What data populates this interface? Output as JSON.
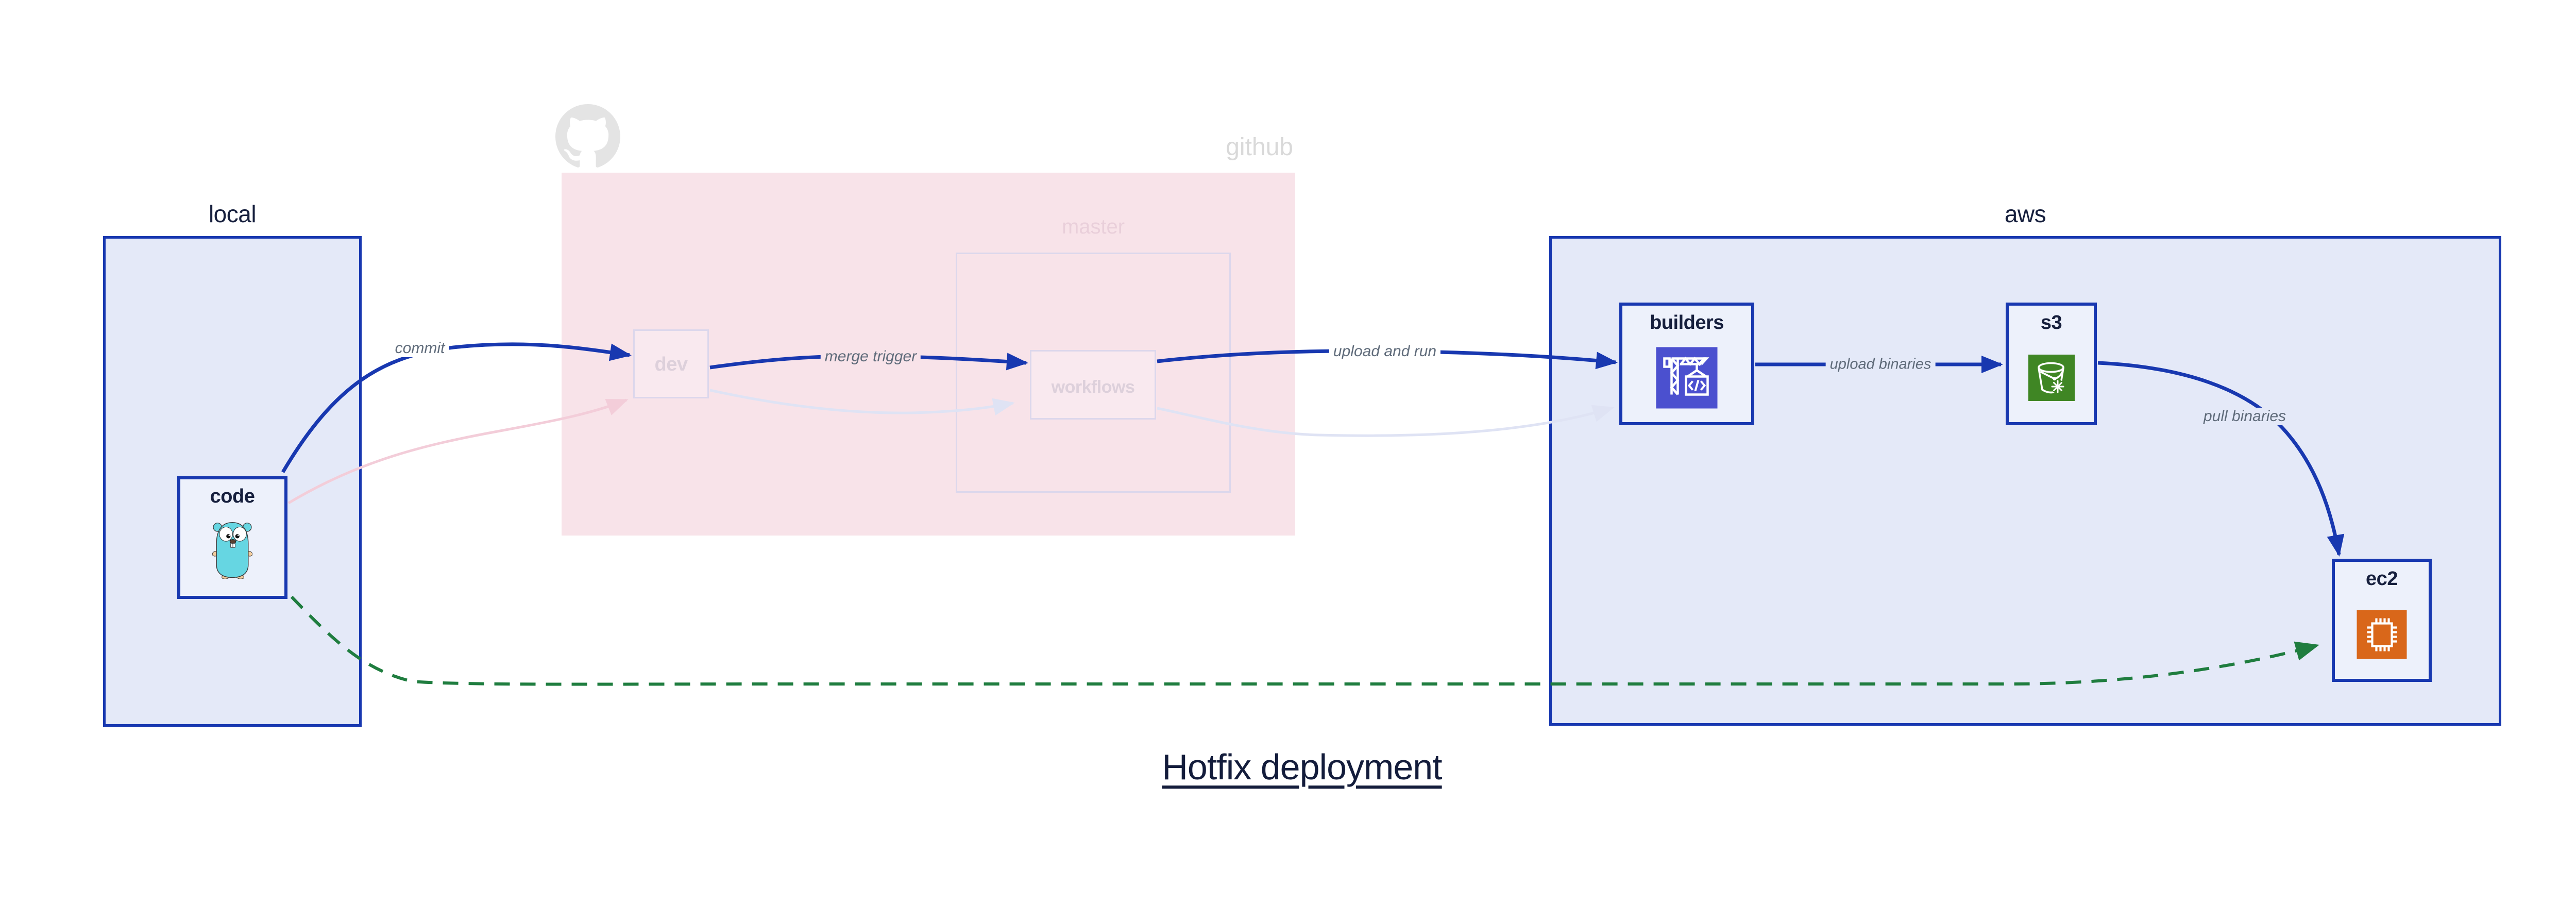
{
  "title": "Hotfix deployment",
  "groups": {
    "local": {
      "label": "local"
    },
    "github": {
      "label": "github",
      "master": {
        "label": "master"
      }
    },
    "aws": {
      "label": "aws"
    }
  },
  "nodes": {
    "code": {
      "label": "code",
      "icon": "go-gopher-icon"
    },
    "dev": {
      "label": "dev"
    },
    "workflows": {
      "label": "workflows"
    },
    "builders": {
      "label": "builders",
      "icon": "aws-codebuild-icon",
      "icon_color": "#4b50cf"
    },
    "s3": {
      "label": "s3",
      "icon": "aws-s3-bucket-icon",
      "icon_color": "#3f8624"
    },
    "ec2": {
      "label": "ec2",
      "icon": "aws-ec2-chip-icon",
      "icon_color": "#d9671a"
    }
  },
  "edges": {
    "commit": {
      "label": "commit",
      "style": "solid-blue"
    },
    "merge_trigger": {
      "label": "merge trigger",
      "style": "solid-blue"
    },
    "upload_and_run": {
      "label": "upload and run",
      "style": "solid-blue"
    },
    "upload_binaries": {
      "label": "upload binaries",
      "style": "solid-blue"
    },
    "pull_binaries": {
      "label": "pull binaries",
      "style": "solid-blue"
    },
    "hotfix_direct": {
      "style": "dashed-green",
      "from": "code",
      "to": "ec2"
    },
    "faded_normal_path": {
      "style": "faded",
      "from": "code",
      "to": "builders",
      "via": [
        "dev",
        "workflows"
      ]
    }
  },
  "colors": {
    "arrow_blue": "#1838b0",
    "arrow_green": "#1f7d3f",
    "arrow_pink_faded": "#f3cdd9",
    "arrow_lavender_faded": "#dfe3f4",
    "group_fill_blue": "#e4e9f8",
    "group_fill_pink": "#f8e3e9",
    "node_fill": "#edf1fb",
    "navy_text": "#161f3d",
    "gray_label": "#5f6b7a",
    "github_logo_gray": "#e4e4e4"
  }
}
